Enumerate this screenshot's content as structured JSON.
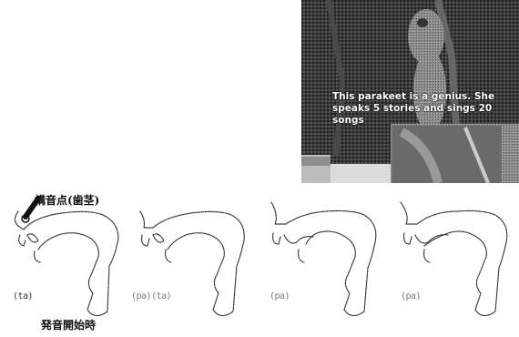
{
  "photo": {
    "caption": "This parakeet is a genius. She speaks 5 stories and sings 20 songs"
  },
  "figure": {
    "top_annotation": "構音点(歯茎)",
    "bottom_annotation": "発音開始時",
    "panels": [
      {
        "label": "(ta)"
      },
      {
        "label": "(pa)(ta)"
      },
      {
        "label": "(pa)"
      },
      {
        "label": "(pa)"
      }
    ]
  }
}
